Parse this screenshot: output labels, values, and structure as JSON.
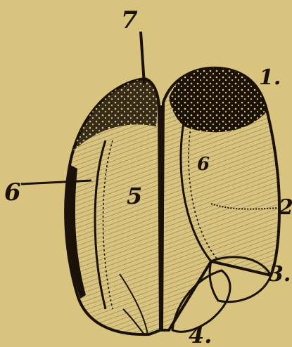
{
  "figure": {
    "background": "#d9c47f",
    "ink": "#1a1208",
    "labels": {
      "l1": "1.",
      "l2": "2",
      "l3": "3.",
      "l4": "4.",
      "l5": "5",
      "l6": "6",
      "l7": "7",
      "l6_inner": "6"
    }
  }
}
